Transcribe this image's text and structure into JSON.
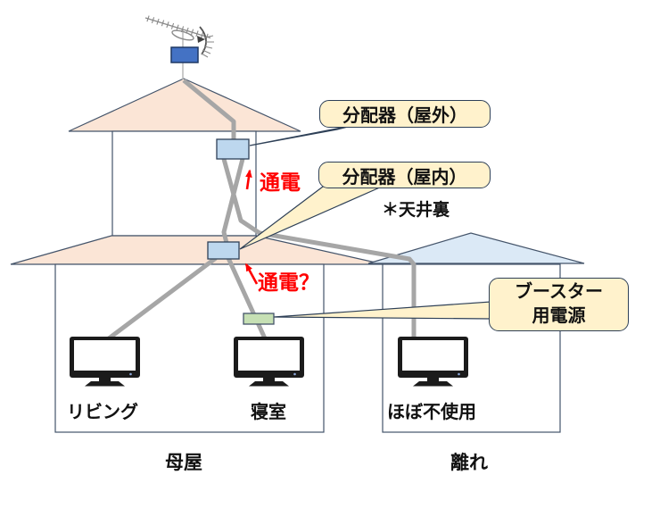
{
  "callouts": {
    "outdoor_splitter": "分配器（屋外）",
    "indoor_splitter": "分配器（屋内）",
    "booster_line1": "ブースター",
    "booster_line2": "用電源"
  },
  "annotations": {
    "attic_note": "＊天井裏",
    "power_on": "通電",
    "power_on_question": "通電？"
  },
  "rooms": {
    "living": "リビング",
    "bedroom": "寝室",
    "rarely_used": "ほぼ不使用"
  },
  "buildings": {
    "main_house": "母屋",
    "detached": "離れ"
  },
  "icons": {
    "antenna": "tv-antenna-icon",
    "splitter_outdoor": "outdoor-splitter-box",
    "splitter_indoor": "indoor-splitter-box",
    "booster_power": "booster-power-box",
    "tv": "tv-icon",
    "arrow_up": "red-up-arrow",
    "arrow_up_left": "red-up-left-arrow"
  },
  "colors": {
    "callout_bg": "#FFF2CC",
    "callout_border": "#2E4057",
    "main_roof": "#FBE5D6",
    "detached_roof": "#DBE9F6",
    "splitter_fill": "#BDD7EE",
    "booster_fill": "#C6E0B4",
    "antenna_mount_fill": "#4472C4",
    "cable": "#A6A6A6",
    "outline": "#44546A",
    "power_text": "#FF0000",
    "tv_body": "#1B1B1B"
  }
}
